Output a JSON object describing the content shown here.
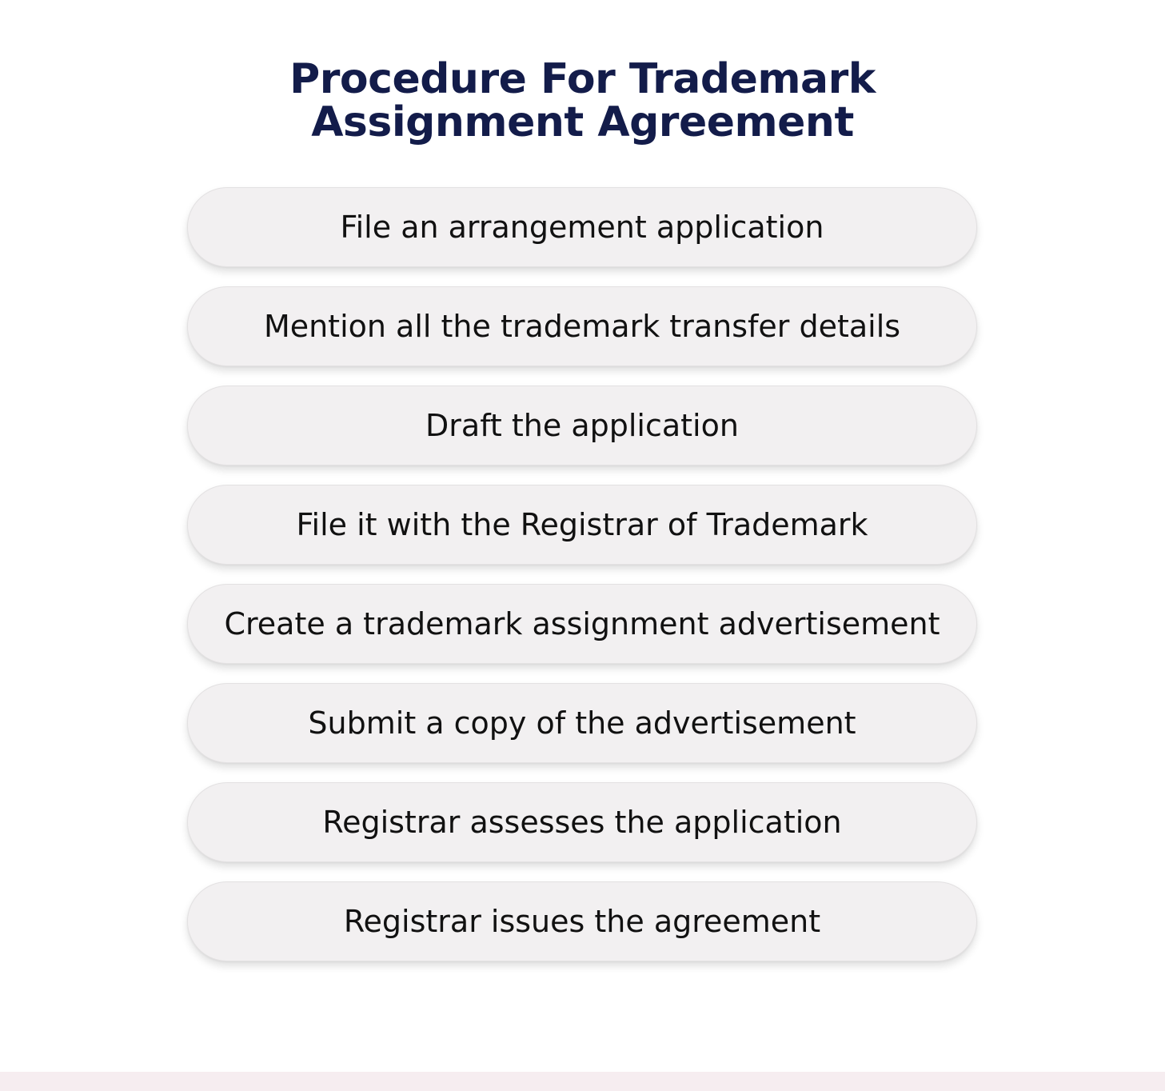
{
  "title": {
    "line1": "Procedure For Trademark",
    "line2": "Assignment Agreement"
  },
  "steps": [
    {
      "label": "File an arrangement application"
    },
    {
      "label": "Mention all the trademark transfer details"
    },
    {
      "label": "Draft the application"
    },
    {
      "label": "File it with the Registrar of Trademark"
    },
    {
      "label": "Create a trademark assignment advertisement"
    },
    {
      "label": "Submit a copy of the advertisement"
    },
    {
      "label": "Registrar assesses the application"
    },
    {
      "label": "Registrar issues the agreement"
    }
  ],
  "colors": {
    "title": "#131c4a",
    "pill_background": "#f2f0f1",
    "footer_band": "#f6edf0"
  }
}
